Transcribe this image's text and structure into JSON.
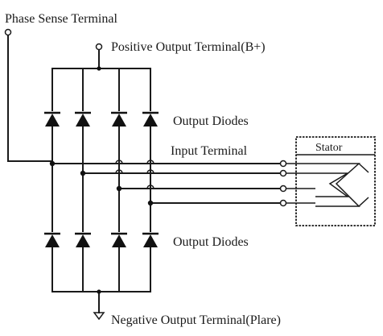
{
  "labels": {
    "phase_sense": "Phase Sense Terminal",
    "positive_output": "Positive Output Terminal(B+)",
    "output_diodes_top": "Output Diodes",
    "input_terminal": "Input Terminal",
    "stator": "Stator",
    "output_diodes_bottom": "Output Diodes",
    "negative_output": "Negative Output Terminal(Plare)"
  }
}
